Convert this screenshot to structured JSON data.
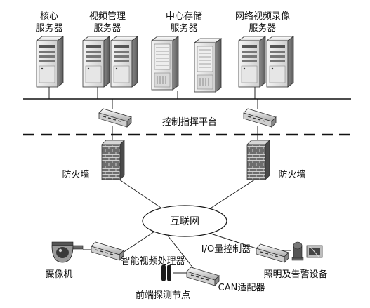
{
  "servers": {
    "core": [
      "核心",
      "服务器"
    ],
    "video_mgmt": [
      "视频管理",
      "服务器"
    ],
    "central_storage": [
      "中心存储",
      "服务器"
    ],
    "nvr": [
      "网络视频录像",
      "服务器"
    ]
  },
  "platform_label": "控制指挥平台",
  "firewall_left": "防火墙",
  "firewall_right": "防火墙",
  "internet": "互联网",
  "camera": "摄像机",
  "video_processor": "智能视频处理器",
  "io_controller": "I/O量控制器",
  "lighting_alarm": "照明及告警设备",
  "can_adapter": "CAN适配器",
  "frontend_node": "前端探测节点"
}
